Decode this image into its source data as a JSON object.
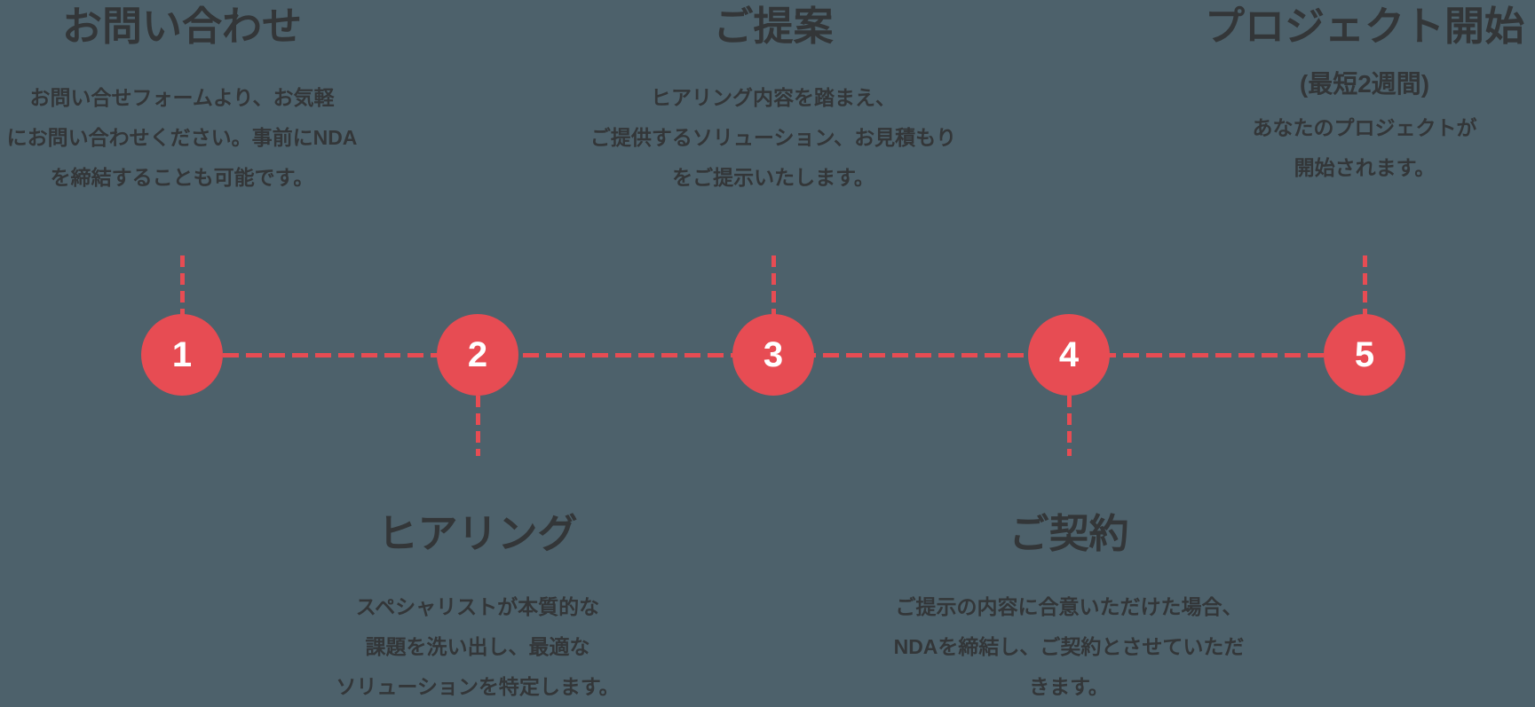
{
  "page": {
    "background_color": "#4d616b",
    "accent_color": "#e74c53",
    "text_color": "#333638",
    "number_color": "#ffffff",
    "type": "process-timeline"
  },
  "steps": [
    {
      "number": "1",
      "title": "お問い合わせ",
      "position": "top",
      "description": "お問い合せフォームより、お気軽\nにお問い合わせください。事前にNDA\nを締結することも可能です。"
    },
    {
      "number": "2",
      "title": "ヒアリング",
      "position": "bottom",
      "description": "スペシャリストが本質的な\n課題を洗い出し、最適な\nソリューションを特定します。"
    },
    {
      "number": "3",
      "title": "ご提案",
      "position": "top",
      "description": "ヒアリング内容を踏まえ、\nご提供するソリューション、お見積もり\nをご提示いたします。"
    },
    {
      "number": "4",
      "title": "ご契約",
      "position": "bottom",
      "description": "ご提示の内容に合意いただけた場合、\nNDAを締結し、ご契約とさせていただ\nきます。"
    },
    {
      "number": "5",
      "title": "プロジェクト開始",
      "subtitle": "(最短2週間)",
      "position": "top",
      "description": "あなたのプロジェクトが\n開始されます。"
    }
  ]
}
